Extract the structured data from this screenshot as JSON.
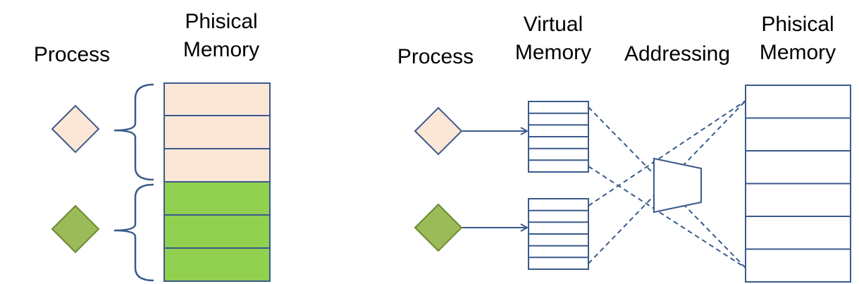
{
  "left_diagram": {
    "process_label": "Process",
    "memory_label_line1": "Phisical",
    "memory_label_line2": "Memory"
  },
  "right_diagram": {
    "process_label": "Process",
    "virtual_label_line1": "Virtual",
    "virtual_label_line2": "Memory",
    "addressing_label": "Addressing",
    "physical_label_line1": "Phisical",
    "physical_label_line2": "Memory"
  },
  "colors": {
    "stroke": "#3a5a8c",
    "peach": "#fce6d6",
    "green_block": "#92d050",
    "green_diamond": "#9bbb59",
    "green_diamond_stroke": "#6b8a32"
  }
}
